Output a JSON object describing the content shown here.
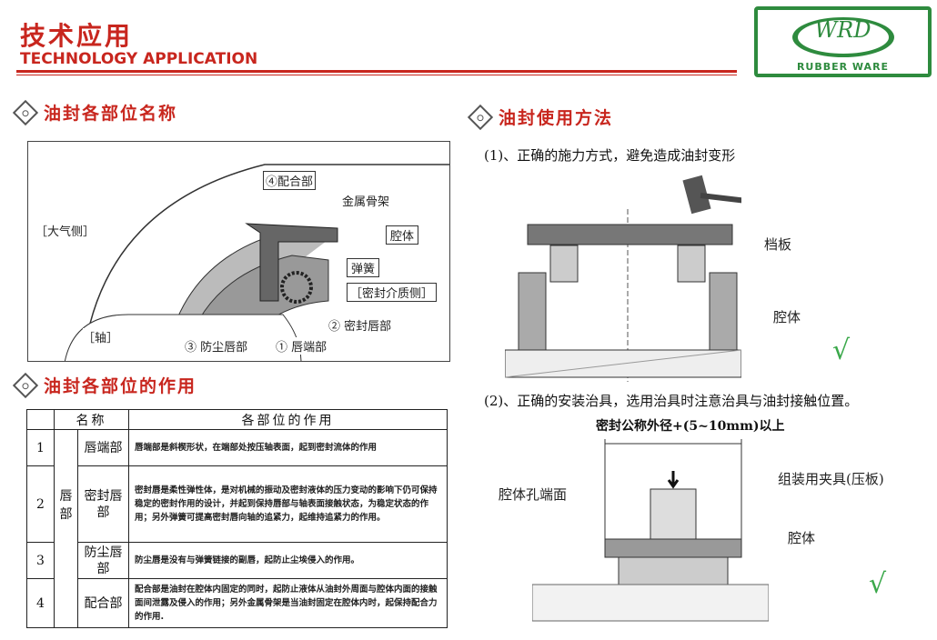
{
  "header": {
    "title_cn": "技术应用",
    "title_en": "TECHNOLOGY APPLICATION"
  },
  "logo": {
    "mark": "WRD",
    "subtitle": "RUBBER WARE"
  },
  "section1": {
    "title": "油封各部位名称",
    "labels": {
      "fit": "④配合部",
      "metal": "金属骨架",
      "atmosphere": "［大气侧］",
      "housing": "腔体",
      "spring": "弹簧",
      "medium": "［密封介质侧］",
      "shaft": "［轴］",
      "seal_lip": "② 密封唇部",
      "dust_lip": "③ 防尘唇部",
      "lip_end": "① 唇端部"
    }
  },
  "section2": {
    "title": "油封各部位的作用",
    "table": {
      "headers": [
        "名称",
        "各部位的作用"
      ],
      "group": "唇部",
      "rows": [
        {
          "num": "1",
          "name": "唇端部",
          "desc": "唇端部是斜楔形状，在端部处按压轴表面，起到密封流体的作用"
        },
        {
          "num": "2",
          "name": "密封唇部",
          "desc": "密封唇是柔性弹性体，是对机械的振动及密封液体的压力变动的影响下仍可保持稳定的密封作用的设计，并起到保持唇部与轴表面接触状态，为稳定状态的作用；另外弹簧可提高密封唇向轴的追紧力，起维持追紧力的作用。"
        },
        {
          "num": "3",
          "name": "防尘唇部",
          "desc": "防尘唇是没有与弹簧链接的副唇，起防止尘埃侵入的作用。"
        },
        {
          "num": "4",
          "name": "配合部",
          "desc": "配合部是油封在腔体内固定的同时，起防止液体从油封外周面与腔体内面的接触面间泄露及侵入的作用；另外金属骨架是当油封固定在腔体内时，起保持配合力的作用."
        }
      ]
    }
  },
  "section3": {
    "title": "油封使用方法",
    "step1": "(1)、正确的施力方式，避免造成油封变形",
    "step1_labels": {
      "plate": "档板",
      "housing": "腔体"
    },
    "step2": "(2)、正确的安装治具，选用治具时注意治具与油封接触位置。",
    "step2_labels": {
      "dimension": "密封公称外径+(5~10mm)以上",
      "fixture": "组装用夹具(压板)",
      "bore_face": "腔体孔端面",
      "housing": "腔体"
    },
    "check": "√"
  }
}
